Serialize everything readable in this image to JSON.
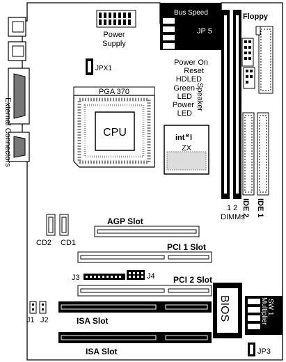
{
  "labels": {
    "bus_speed": "Bus Speed",
    "jp5": "JP 5",
    "floppy": "Floppy",
    "power_supply_line1": "Power",
    "power_supply_line2": "Supply",
    "jpx1": "JPX1",
    "external_connectors": "External Connectors",
    "power_on": "Power On",
    "reset": "Reset",
    "hdled": "HDLED",
    "green": "Green",
    "led_green": "LED",
    "power": "Power",
    "led_power": "LED",
    "speaker": "Speaker",
    "pga370": "PGA 370",
    "cpu": "CPU",
    "intel": "int",
    "intel_e": "e",
    "intel_l": "l",
    "zx": "ZX",
    "dimm_numbers": "1 2",
    "dimms": "DIMMs",
    "ide2": "IDE 2",
    "ide1": "IDE 1",
    "agp_slot": "AGP Slot",
    "cd2": "CD2",
    "cd1": "CD1",
    "pci1_slot": "PCI 1 Slot",
    "j3": "J3",
    "j4": "J4",
    "pci2_slot": "PCI 2 Slot",
    "bios": "BIOS",
    "sw1": "SW 1",
    "multiplier": "Multiplier",
    "j1": "J1",
    "j2": "J2",
    "isa_slot_1": "ISA Slot",
    "isa_slot_2": "ISA Slot",
    "jp3": "JP3"
  }
}
